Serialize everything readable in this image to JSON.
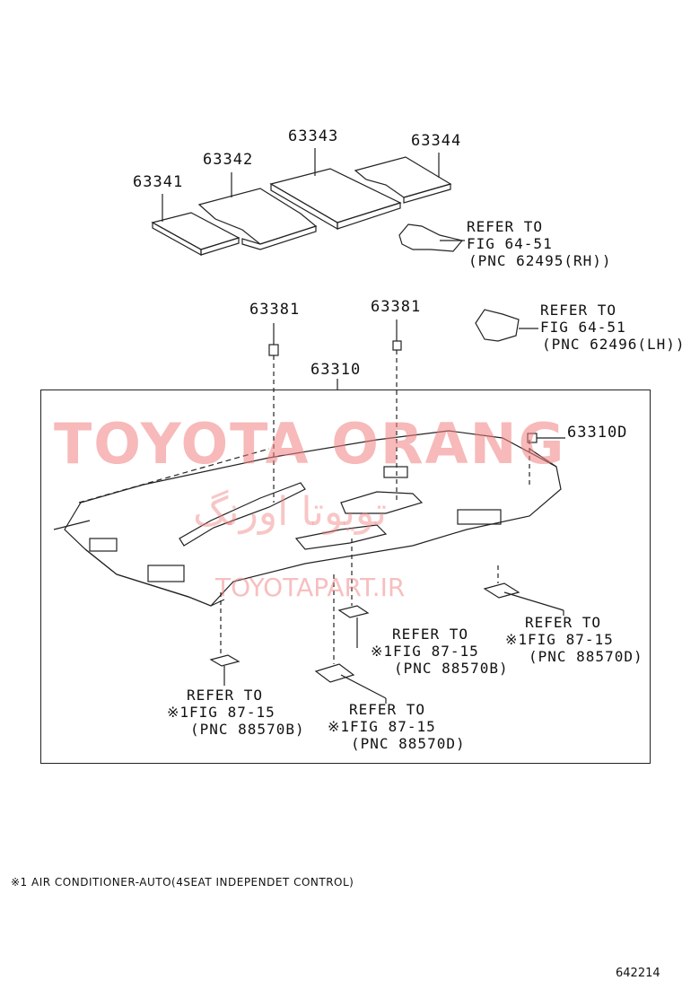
{
  "parts": {
    "p63341": "63341",
    "p63342": "63342",
    "p63343": "63343",
    "p63344": "63344",
    "p63381a": "63381",
    "p63381b": "63381",
    "p63310": "63310",
    "p63310d": "63310D"
  },
  "refs": {
    "rh": {
      "l1": "REFER TO",
      "l2": "FIG 64-51",
      "l3": "(PNC 62495(RH))"
    },
    "lh": {
      "l1": "REFER TO",
      "l2": "FIG 64-51",
      "l3": "(PNC 62496(LH))"
    },
    "c": {
      "l1": "REFER TO",
      "l2": "※1FIG 87-15",
      "l3": "(PNC 88570B)"
    },
    "r": {
      "l1": "REFER TO",
      "l2": "※1FIG 87-15",
      "l3": "(PNC 88570D)"
    },
    "bl": {
      "l1": "REFER TO",
      "l2": "※1FIG 87-15",
      "l3": "(PNC 88570B)"
    },
    "bm": {
      "l1": "REFER TO",
      "l2": "※1FIG 87-15",
      "l3": "(PNC 88570D)"
    }
  },
  "watermark": {
    "main": "TOYOTA ORANG",
    "arabic": "تویوتا اورنگ",
    "url": "TOYOTAPART.IR"
  },
  "footnote": "※1 AIR CONDITIONER-AUTO(4SEAT INDEPENDET CONTROL)",
  "diagram_code": "642214"
}
